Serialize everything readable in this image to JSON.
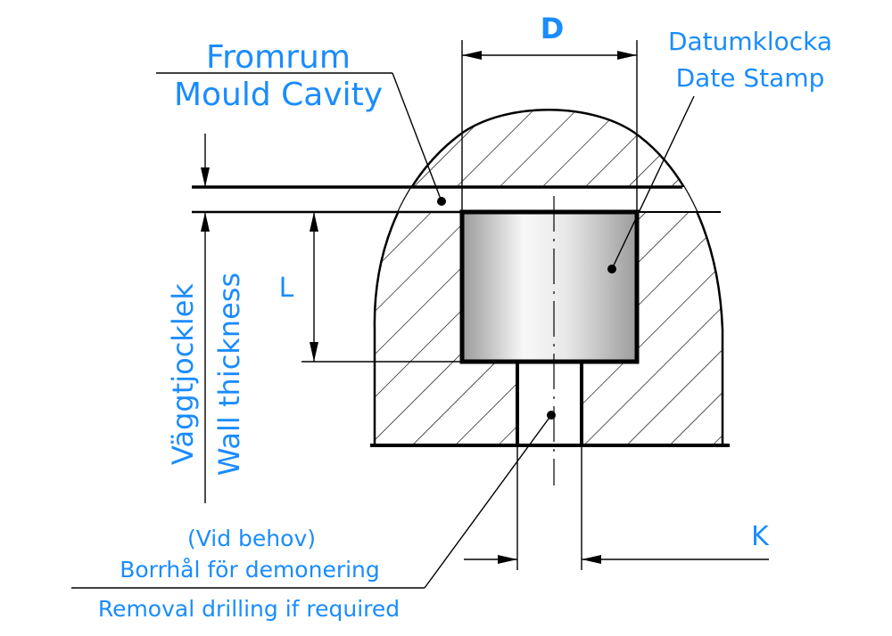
{
  "labels": {
    "dimension_d": "D",
    "dimension_l": "L",
    "dimension_k": "K",
    "mould_cavity_sv": "Fromrum",
    "mould_cavity_en": "Mould Cavity",
    "date_stamp_sv": "Datumklocka",
    "date_stamp_en": "Date Stamp",
    "wall_thickness_sv": "Väggtjocklek",
    "wall_thickness_en": "Wall thickness",
    "removal_note": "(Vid behov)",
    "removal_sv": "Borrhål för demonering",
    "removal_en": "Removal drilling if required"
  },
  "colors": {
    "label": "#1a8cff",
    "line": "#000000",
    "insert_light": "#f7f7f7",
    "insert_dark": "#a8a8a8"
  }
}
